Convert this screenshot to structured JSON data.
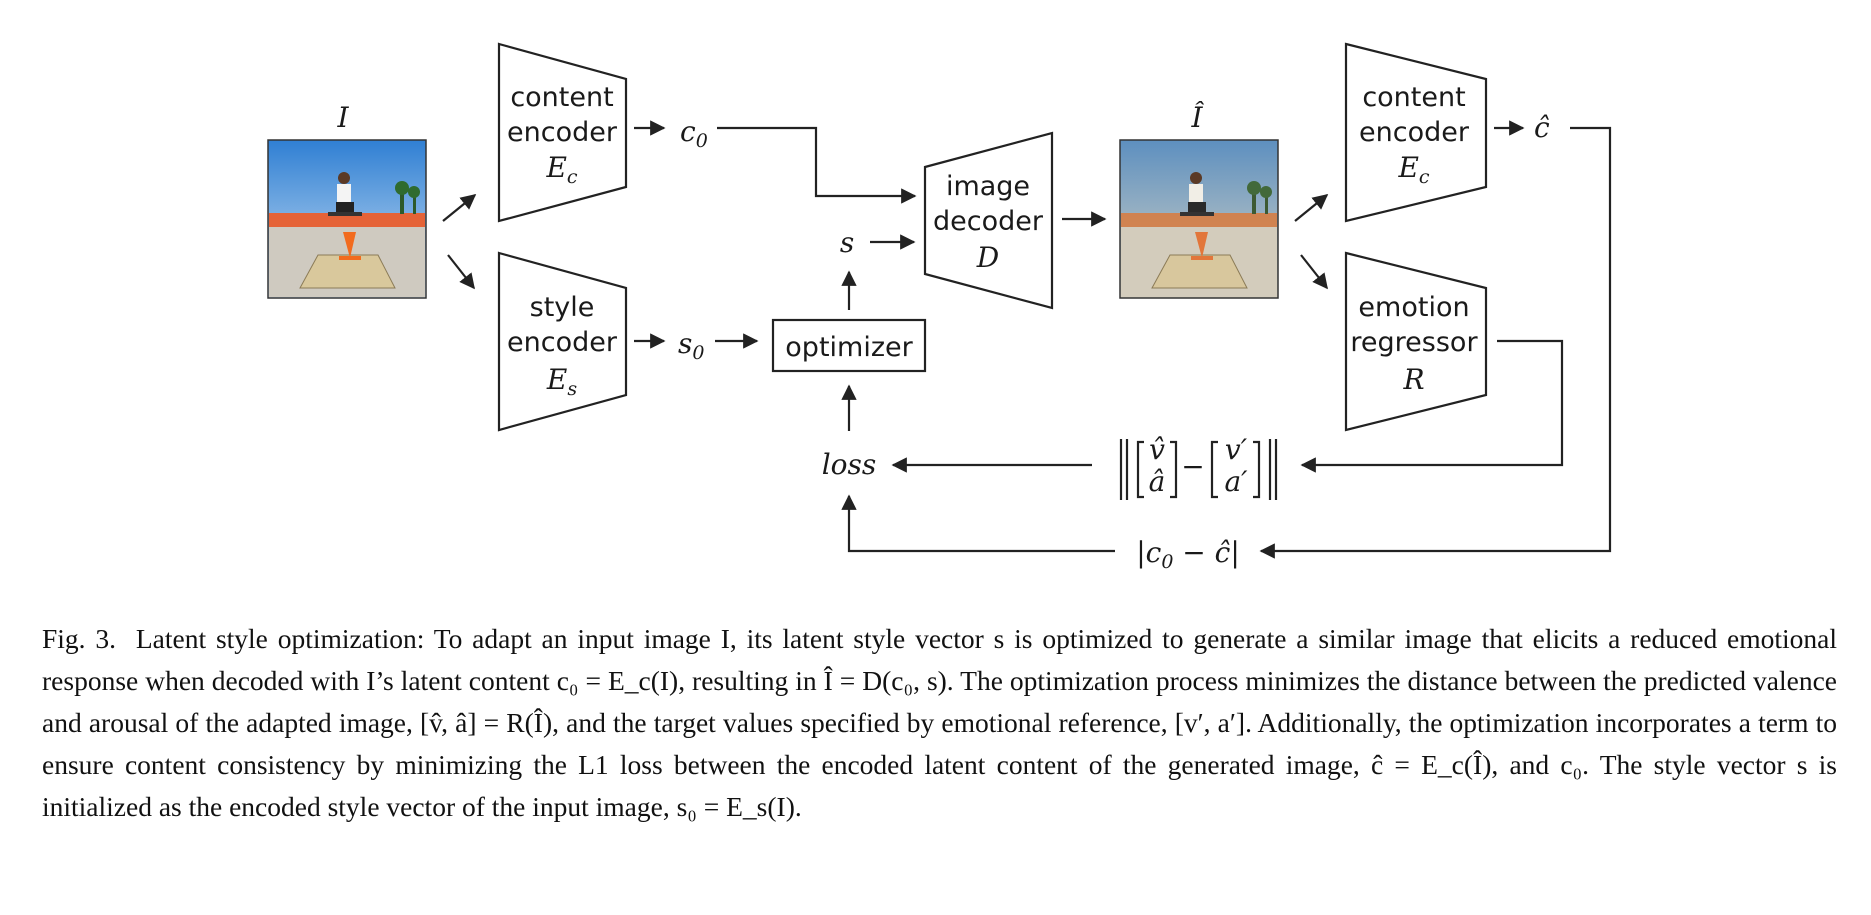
{
  "diagram": {
    "input_image_label": "I",
    "output_image_label": "Î",
    "content_encoder_1": {
      "line1": "content",
      "line2": "encoder",
      "symbol": "E",
      "symbol_sub": "c"
    },
    "style_encoder": {
      "line1": "style",
      "line2": "encoder",
      "symbol": "E",
      "symbol_sub": "s"
    },
    "image_decoder": {
      "line1": "image",
      "line2": "decoder",
      "symbol": "D"
    },
    "content_encoder_2": {
      "line1": "content",
      "line2": "encoder",
      "symbol": "E",
      "symbol_sub": "c"
    },
    "emotion_regressor": {
      "line1": "emotion",
      "line2": "regressor",
      "symbol": "R"
    },
    "optimizer_label": "optimizer",
    "loss_label": "loss",
    "c0": {
      "base": "c",
      "sub": "0"
    },
    "s0": {
      "base": "s",
      "sub": "0"
    },
    "s": "s",
    "c_hat": "ĉ",
    "matrix_left_top": "v̂",
    "matrix_left_bottom": "â",
    "matrix_right_top": "v′",
    "matrix_right_bottom": "a′",
    "minus": "−",
    "content_loss": {
      "bar": "|",
      "c": "c",
      "sub": "0",
      "minus": " − ",
      "c_hat": "ĉ"
    }
  },
  "caption": {
    "fig_number": "Fig. 3.",
    "text": "Latent style optimization: To adapt an input image I, its latent style vector s is optimized to generate a similar image that elicits a reduced emotional response when decoded with I’s latent content c₀ = E_c(I), resulting in Î = D(c₀, s). The optimization process minimizes the distance between the predicted valence and arousal of the adapted image, [v̂, â] = R(Î), and the target values specified by emotional reference, [v′, a′]. Additionally, the optimization incorporates a term to ensure content consistency by minimizing the L1 loss between the encoded latent content of the generated image, ĉ = E_c(Î), and c₀. The style vector s is initialized as the encoded style vector of the input image, s₀ = E_s(I)."
  },
  "colors": {
    "stroke": "#222222",
    "sky": "#4a8fd6",
    "fence": "#f05a23",
    "cone": "#f26b1e"
  },
  "icons": {
    "input_photo": "skateboarder-photo",
    "output_photo": "skateboarder-photo-desaturated"
  }
}
